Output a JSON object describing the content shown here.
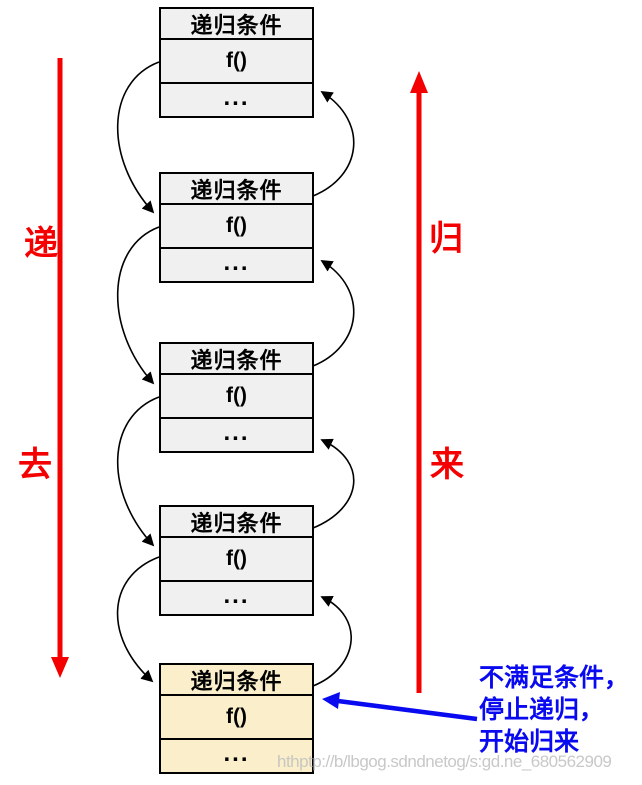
{
  "diagram": {
    "frames": [
      {
        "condition": "递归条件",
        "function": "f()",
        "ellipsis": "...",
        "highlighted": false
      },
      {
        "condition": "递归条件",
        "function": "f()",
        "ellipsis": "...",
        "highlighted": false
      },
      {
        "condition": "递归条件",
        "function": "f()",
        "ellipsis": "...",
        "highlighted": false
      },
      {
        "condition": "递归条件",
        "function": "f()",
        "ellipsis": "...",
        "highlighted": false
      },
      {
        "condition": "递归条件",
        "function": "f()",
        "ellipsis": "...",
        "highlighted": true
      }
    ],
    "descend": {
      "label_top": "递",
      "label_bottom": "去",
      "color": "#f40000"
    },
    "ascend": {
      "label_top": "归",
      "label_bottom": "来",
      "color": "#f40000"
    },
    "annotation": {
      "lines": [
        "不满足条件，",
        "停止递归，",
        "开始归来"
      ],
      "color": "#0a0af0"
    },
    "watermark": "hthptp://b/lbgog.sdndnetog/s:gd.ne_680562909",
    "colors": {
      "frame_fill": "#f0f0f0",
      "frame_highlight_fill": "#fbefcb",
      "frame_border": "#000000",
      "connector": "#000000"
    }
  }
}
